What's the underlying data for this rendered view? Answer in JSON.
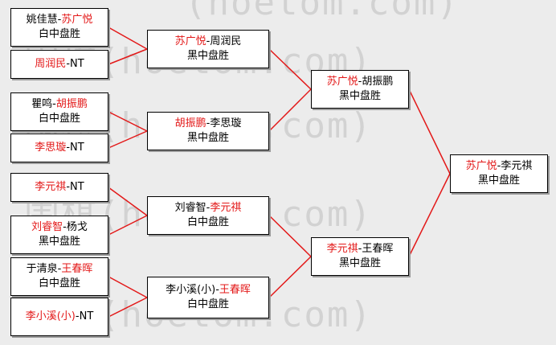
{
  "watermark": {
    "text": "(hoetom.com)",
    "rows": [
      "(hoetom.com)",
      "围棋(hoetom.com)",
      "围棋(hoetom.com)",
      "围棋(hoetom.com)",
      "围棋(hoetom.com)"
    ]
  },
  "colors": {
    "winner": "#e31919",
    "line": "#e31919",
    "border": "#000000"
  },
  "rounds": [
    {
      "matches": [
        {
          "first": "姚佳慧",
          "second": "苏广悦",
          "winner": "second",
          "result": "白中盘胜"
        },
        {
          "first": "周润民",
          "second": "NT",
          "winner": "first",
          "result": ""
        },
        {
          "first": "瞿鸣",
          "second": "胡振鹏",
          "winner": "second",
          "result": "白中盘胜"
        },
        {
          "first": "李思璇",
          "second": "NT",
          "winner": "first",
          "result": ""
        },
        {
          "first": "李元祺",
          "second": "NT",
          "winner": "first",
          "result": ""
        },
        {
          "first": "刘睿智",
          "second": "杨戈",
          "winner": "first",
          "result": "黑中盘胜"
        },
        {
          "first": "于清泉",
          "second": "王春晖",
          "winner": "second",
          "result": "白中盘胜"
        },
        {
          "first": "李小溪(小)",
          "second": "NT",
          "winner": "first",
          "result": ""
        }
      ]
    },
    {
      "matches": [
        {
          "first": "苏广悦",
          "second": "周润民",
          "winner": "first",
          "result": "黑中盘胜"
        },
        {
          "first": "胡振鹏",
          "second": "李思璇",
          "winner": "first",
          "result": "黑中盘胜"
        },
        {
          "first": "刘睿智",
          "second": "李元祺",
          "winner": "second",
          "result": "白中盘胜"
        },
        {
          "first": "李小溪(小)",
          "second": "王春晖",
          "winner": "second",
          "result": "白中盘胜"
        }
      ]
    },
    {
      "matches": [
        {
          "first": "苏广悦",
          "second": "胡振鹏",
          "winner": "first",
          "result": "黑中盘胜"
        },
        {
          "first": "李元祺",
          "second": "王春晖",
          "winner": "first",
          "result": "黑中盘胜"
        }
      ]
    },
    {
      "matches": [
        {
          "first": "苏广悦",
          "second": "李元祺",
          "winner": "first",
          "result": "黑中盘胜"
        }
      ]
    }
  ]
}
